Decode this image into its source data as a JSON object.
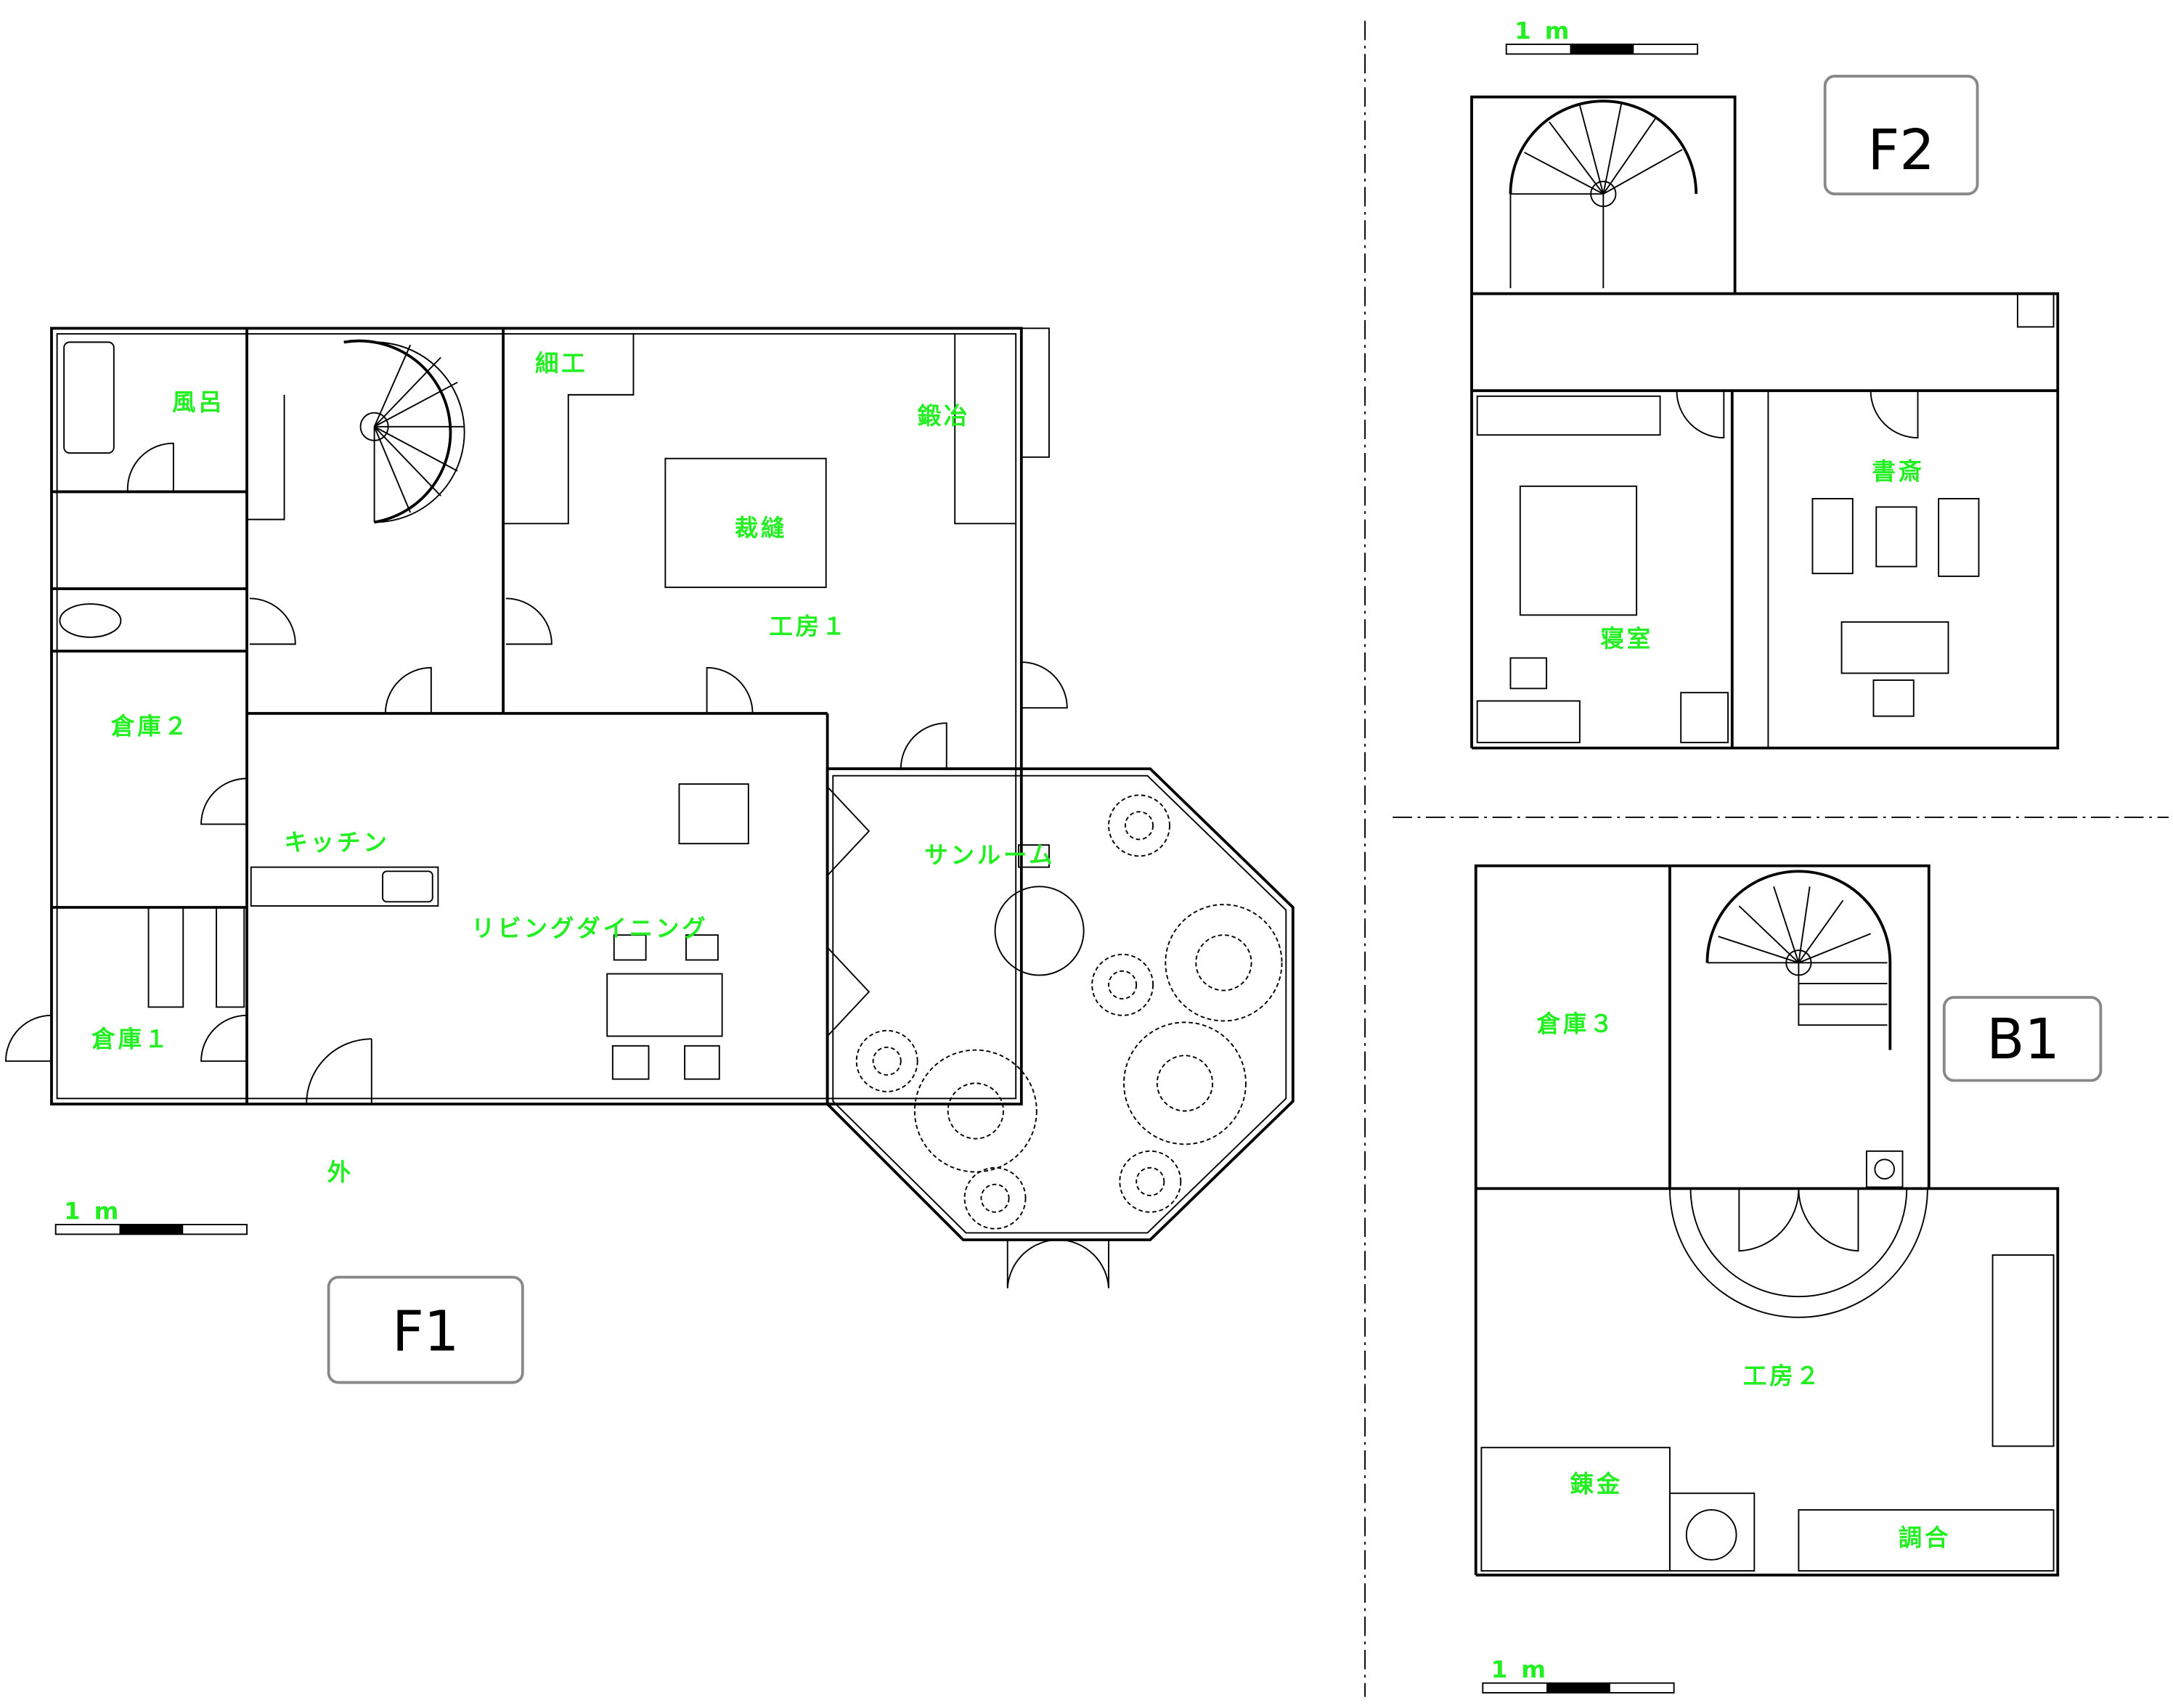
{
  "floors": {
    "f1": {
      "badge": "F1",
      "scale": "1 m",
      "rooms": {
        "bath": "風呂",
        "craft_detail": "細工",
        "smithing": "鍛冶",
        "sewing": "裁縫",
        "workshop1": "工房１",
        "storage2": "倉庫２",
        "kitchen": "キッチン",
        "living_dining": "リビングダイニング",
        "sunroom": "サンルーム",
        "storage1": "倉庫１",
        "outside": "外"
      }
    },
    "f2": {
      "badge": "F2",
      "scale": "1 m",
      "rooms": {
        "study": "書斎",
        "bedroom": "寝室"
      }
    },
    "b1": {
      "badge": "B1",
      "scale": "1 m",
      "rooms": {
        "storage3": "倉庫３",
        "workshop2": "工房２",
        "alchemy": "錬金",
        "mixing": "調合"
      }
    }
  },
  "colors": {
    "label": "#22ee22",
    "line": "#000000",
    "badge_border": "#888888"
  }
}
